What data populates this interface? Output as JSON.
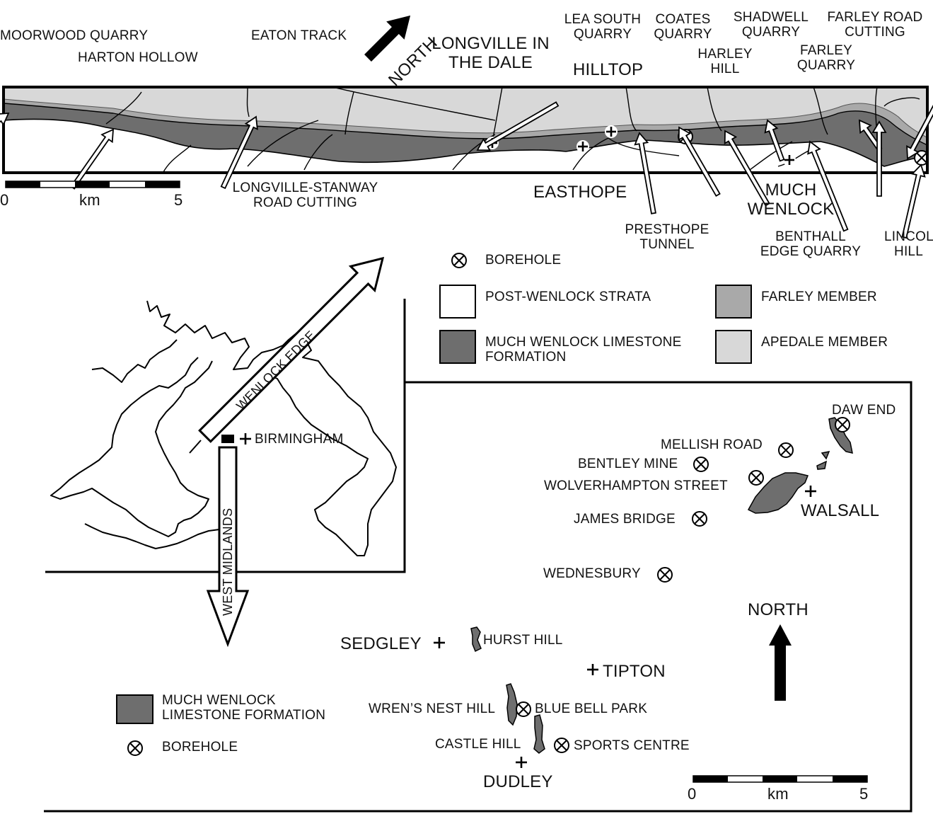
{
  "wenlock_edge": {
    "localities": {
      "moorwood_quarry": "MOORWOOD QUARRY",
      "harton_hollow": "HARTON HOLLOW",
      "eaton_track": "EATON TRACK",
      "longville_in_the_dale": "LONGVILLE IN\nTHE DALE",
      "hilltop": "HILLTOP",
      "lea_south_quarry": "LEA SOUTH\nQUARRY",
      "coates_quarry": "COATES\nQUARRY",
      "harley_hill": "HARLEY\nHILL",
      "shadwell_quarry": "SHADWELL\nQUARRY",
      "farley_road_cutting": "FARLEY ROAD\nCUTTING",
      "farley_quarry": "FARLEY\nQUARRY",
      "longville_stanway": "LONGVILLE-STANWAY\nROAD CUTTING",
      "easthope": "EASTHOPE",
      "presthope_tunnel": "PRESTHOPE\nTUNNEL",
      "much_wenlock": "MUCH\nWENLOCK",
      "benthall_edge_quarry": "BENTHALL\nEDGE QUARRY",
      "lincoln_hill": "LINCOLN\nHILL"
    },
    "north_label": "NORTH",
    "scale": {
      "start": "0",
      "unit": "km",
      "end": "5"
    }
  },
  "legend_top": {
    "borehole": "BOREHOLE",
    "post_wenlock": "POST-WENLOCK STRATA",
    "much_wenlock": "MUCH WENLOCK LIMESTONE\nFORMATION",
    "farley": "FARLEY MEMBER",
    "apedale": "APEDALE MEMBER"
  },
  "inset": {
    "wenlock_edge": "WENLOCK EDGE",
    "west_midlands": "WEST MIDLANDS",
    "birmingham": "BIRMINGHAM"
  },
  "west_midlands": {
    "localities": {
      "daw_end": "DAW END",
      "mellish_road": "MELLISH ROAD",
      "bentley_mine": "BENTLEY MINE",
      "wolverhampton_street": "WOLVERHAMPTON STREET",
      "walsall": "WALSALL",
      "james_bridge": "JAMES BRIDGE",
      "wednesbury": "WEDNESBURY",
      "sedgley": "SEDGLEY",
      "hurst_hill": "HURST HILL",
      "tipton": "TIPTON",
      "wrens_nest_hill": "WREN’S NEST HILL",
      "blue_bell_park": "BLUE BELL PARK",
      "castle_hill": "CASTLE HILL",
      "sports_centre": "SPORTS CENTRE",
      "dudley": "DUDLEY"
    },
    "north_label": "NORTH",
    "scale": {
      "start": "0",
      "unit": "km",
      "end": "5"
    }
  },
  "legend_bottom": {
    "much_wenlock": "MUCH WENLOCK\nLIMESTONE FORMATION",
    "borehole": "BOREHOLE"
  },
  "colors": {
    "much_wenlock": "#6e6e6e",
    "farley": "#a9a9a9",
    "apedale": "#d8d8d8",
    "post_wenlock": "#ffffff",
    "outline": "#000000"
  }
}
